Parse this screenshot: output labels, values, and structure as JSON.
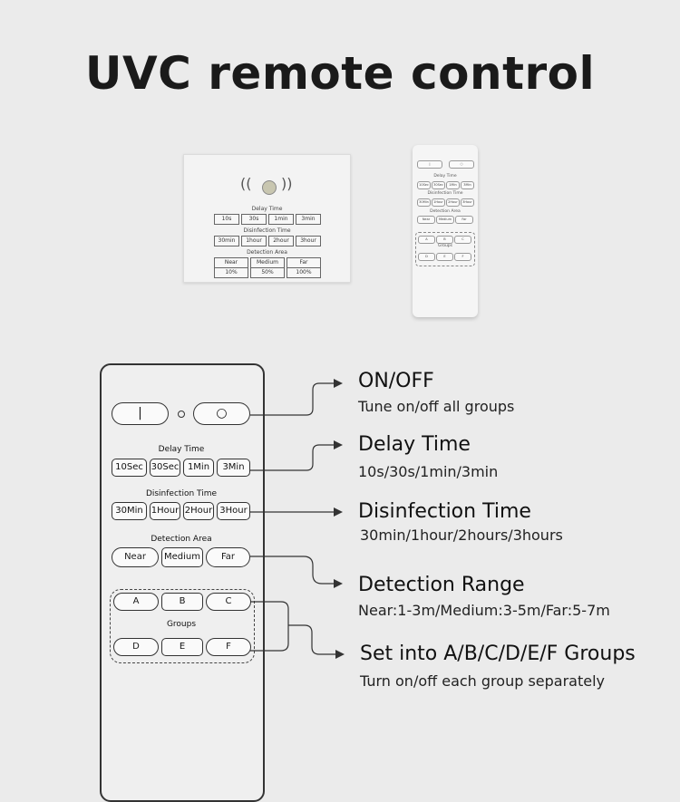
{
  "title": "UVC remote control",
  "panel": {
    "delay_label": "Delay Time",
    "delay_options": [
      "10s",
      "30s",
      "1min",
      "3min"
    ],
    "disinfection_label": "Disinfection Time",
    "disinfection_options": [
      "30min",
      "1hour",
      "2hour",
      "3hour"
    ],
    "detection_label": "Detection Area",
    "detection_options": [
      "Near",
      "Medium",
      "Far"
    ],
    "detection_values": [
      "10%",
      "50%",
      "100%"
    ]
  },
  "mini_remote": {
    "on_glyph": "|",
    "off_glyph": "○",
    "delay_label": "Delay Time",
    "delay_options": [
      "10Sec",
      "30Sec",
      "1Min",
      "3Min"
    ],
    "disinfection_label": "Disinfection Time",
    "disinfection_options": [
      "30Min",
      "1Hour",
      "2Hour",
      "3Hour"
    ],
    "detection_label": "Detection Area",
    "detection_options": [
      "Near",
      "Medium",
      "Far"
    ],
    "groups_label": "Groups",
    "groups_top": [
      "A",
      "B",
      "C"
    ],
    "groups_bottom": [
      "D",
      "E",
      "F"
    ]
  },
  "remote": {
    "on_glyph": "|",
    "off_glyph": "○",
    "delay_label": "Delay Time",
    "delay_options": [
      "10Sec",
      "30Sec",
      "1Min",
      "3Min"
    ],
    "disinfection_label": "Disinfection Time",
    "disinfection_options": [
      "30Min",
      "1Hour",
      "2Hour",
      "3Hour"
    ],
    "detection_label": "Detection Area",
    "detection_options": [
      "Near",
      "Medium",
      "Far"
    ],
    "groups_label": "Groups",
    "groups_top": [
      "A",
      "B",
      "C"
    ],
    "groups_bottom": [
      "D",
      "E",
      "F"
    ]
  },
  "callouts": [
    {
      "heading": "ON/OFF",
      "desc": "Tune on/off all groups"
    },
    {
      "heading": "Delay Time",
      "desc": "10s/30s/1min/3min"
    },
    {
      "heading": "Disinfection Time",
      "desc": "30min/1hour/2hours/3hours"
    },
    {
      "heading": "Detection Range",
      "desc": "Near:1-3m/Medium:3-5m/Far:5-7m"
    },
    {
      "heading": "Set into A/B/C/D/E/F Groups",
      "desc": "Turn on/off each group separately"
    }
  ]
}
